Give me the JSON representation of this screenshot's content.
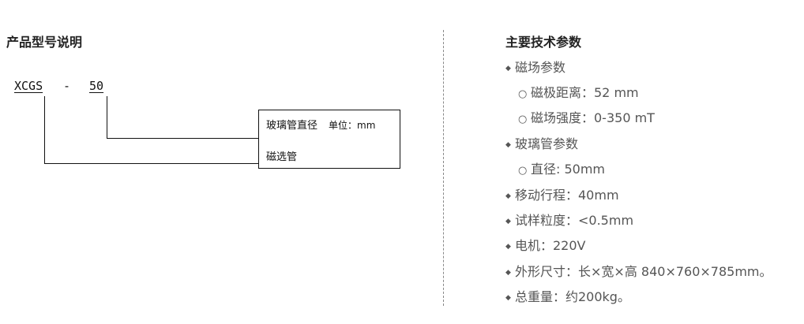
{
  "left": {
    "title": "产品型号说明",
    "model_prefix": "XCGS",
    "model_separator": "-",
    "model_size": "50",
    "box": {
      "label_diameter": "玻璃管直径",
      "label_unit": "单位：mm",
      "label_tube": "磁选管"
    }
  },
  "right": {
    "title": "主要技术参数",
    "bullet_icon": "diamond-icon",
    "sub_bullet_icon": "circle-icon",
    "items": [
      {
        "level": 1,
        "text": "磁场参数"
      },
      {
        "level": 2,
        "text": "磁极距离：52 mm"
      },
      {
        "level": 2,
        "text": "磁场强度：0-350 mT"
      },
      {
        "level": 1,
        "text": "玻璃管参数"
      },
      {
        "level": 2,
        "text": "直径: 50mm"
      },
      {
        "level": 1,
        "text": "移动行程：40mm"
      },
      {
        "level": 1,
        "text": "试样粒度：<0.5mm"
      },
      {
        "level": 1,
        "text": "电机：220V"
      },
      {
        "level": 1,
        "text": "外形尺寸：长×宽×高  840×760×785mm。"
      },
      {
        "level": 1,
        "text": "总重量：约200kg。"
      }
    ]
  },
  "colors": {
    "heading": "#222222",
    "body_text": "#555555",
    "line": "#111111",
    "divider": "#888888"
  }
}
